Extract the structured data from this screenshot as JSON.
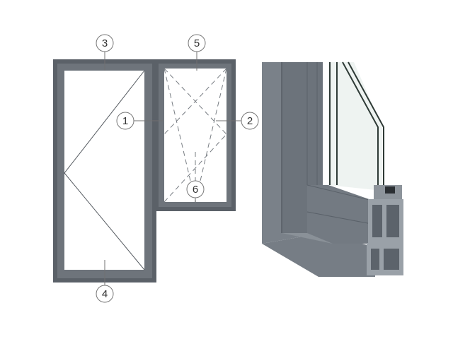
{
  "colors": {
    "frame": "#5b6168",
    "frame_inner": "#6e747b",
    "pane_bg": "#ffffff",
    "opening_line": "#555a60",
    "leader_line": "#707070",
    "callout_stroke": "#777777",
    "profile_face": "#7a8189",
    "profile_dark": "#5c636b",
    "profile_light": "#9aa1a8",
    "glass": "#eef3f1",
    "glass_edge": "#2e3a36"
  },
  "icons": {
    "elevation": "window-elevation-drawing",
    "section": "aluminium-frame-corner-section"
  },
  "callouts": [
    {
      "id": "c1",
      "label": "1"
    },
    {
      "id": "c2",
      "label": "2"
    },
    {
      "id": "c3",
      "label": "3"
    },
    {
      "id": "c4",
      "label": "4"
    },
    {
      "id": "c5",
      "label": "5"
    },
    {
      "id": "c6",
      "label": "6"
    }
  ]
}
